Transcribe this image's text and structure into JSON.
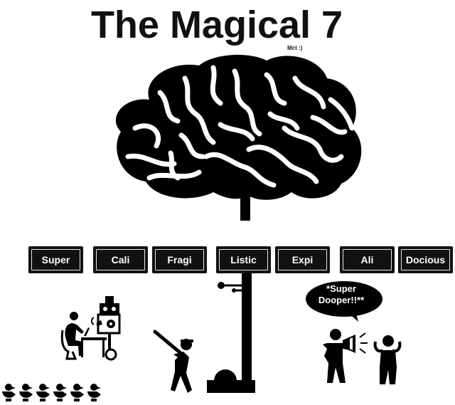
{
  "title": "The Magical 7",
  "credit": "Mct :)",
  "tiles": [
    "Super",
    "Cali",
    "Fragi",
    "Listic",
    "Expi",
    "Ali",
    "Docious"
  ],
  "speech": {
    "line1": "*Super",
    "line2": "Dooper!!**"
  },
  "colors": {
    "ink": "#111111",
    "background": "#ffffff",
    "tile_text": "#ffffff"
  },
  "icons": [
    "brain-icon",
    "desk-worker-icon",
    "robot-machine-icon",
    "batter-icon",
    "ball-icon",
    "megaphone-person-icon",
    "listening-person-icon",
    "duck-icon"
  ]
}
